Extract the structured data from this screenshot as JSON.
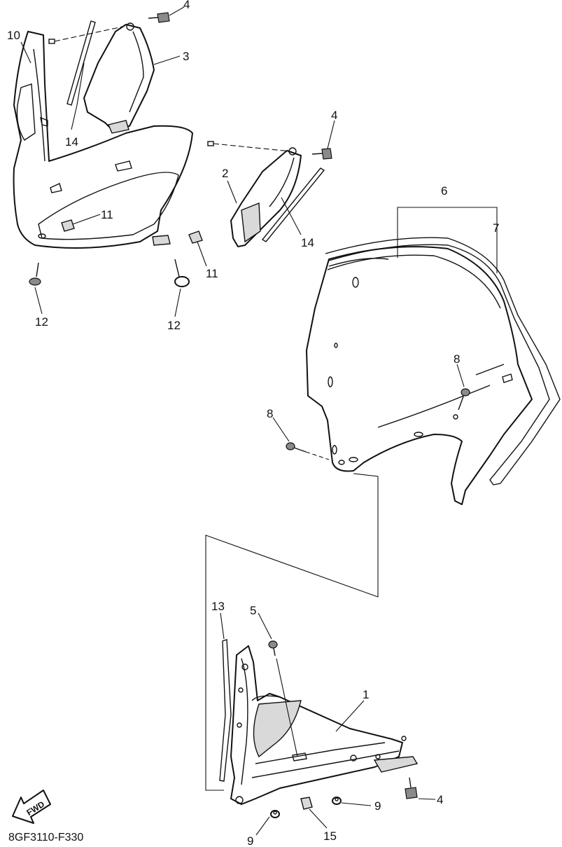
{
  "diagram": {
    "code": "8GF3110-F330",
    "fwd_label": "FWD",
    "callouts": {
      "c1": "1",
      "c2": "2",
      "c3": "3",
      "c4a": "4",
      "c4b": "4",
      "c4c": "4",
      "c5": "5",
      "c6": "6",
      "c7": "7",
      "c8a": "8",
      "c8b": "8",
      "c9a": "9",
      "c9b": "9",
      "c10": "10",
      "c11a": "11",
      "c11b": "11",
      "c12a": "12",
      "c12b": "12",
      "c13": "13",
      "c14a": "14",
      "c14b": "14",
      "c15": "15"
    }
  }
}
